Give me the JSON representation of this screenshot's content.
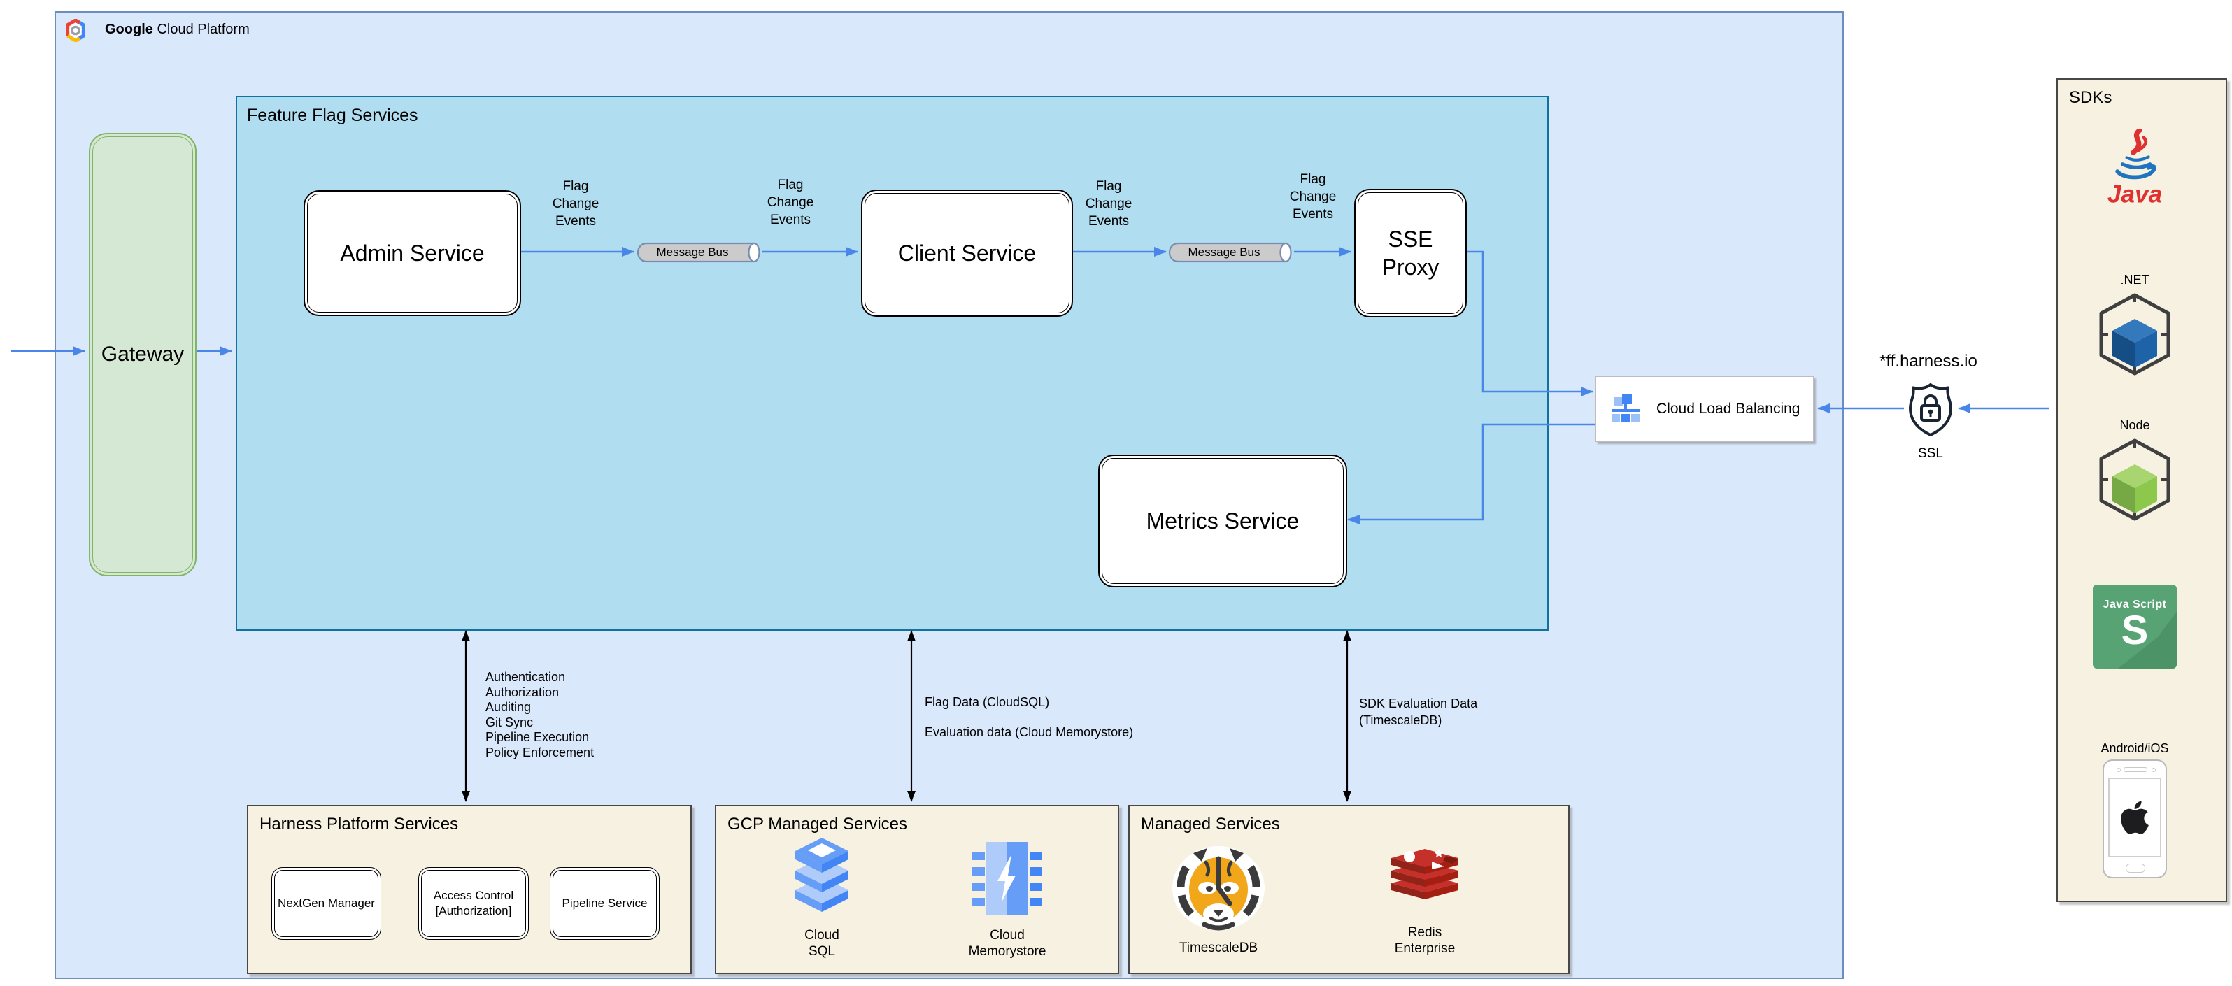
{
  "header": {
    "brand_bold": "Google",
    "brand_rest": " Cloud Platform"
  },
  "gateway": {
    "label": "Gateway"
  },
  "feature_flag_services": {
    "title": "Feature Flag Services",
    "admin_service": "Admin Service",
    "client_service": "Client Service",
    "sse_proxy": "SSE\nProxy",
    "metrics_service": "Metrics Service",
    "message_bus": "Message Bus",
    "flag_change_events": "Flag\nChange\nEvents"
  },
  "load_balancer": {
    "label": "Cloud Load Balancing"
  },
  "ssl": {
    "domain": "*ff.harness.io",
    "label": "SSL"
  },
  "sdks": {
    "title": "SDKs",
    "java_label": "Java",
    "dotnet_label": ".NET",
    "node_label": "Node",
    "javascript_title": "Java Script",
    "javascript_letter": "S",
    "mobile_label": "Android/iOS"
  },
  "connections": {
    "platform_capabilities": "Authentication\nAuthorization\nAuditing\nGit Sync\nPipeline Execution\nPolicy Enforcement",
    "flag_data": "Flag Data (CloudSQL)",
    "evaluation_data": "Evaluation data (Cloud Memorystore)",
    "sdk_evaluation_data": "SDK Evaluation Data\n(TimescaleDB)"
  },
  "harness_platform": {
    "title": "Harness Platform Services",
    "items": [
      "NextGen Manager",
      "Access Control\n[Authorization]",
      "Pipeline Service"
    ]
  },
  "gcp_managed": {
    "title": "GCP Managed Services",
    "cloud_sql": "Cloud\nSQL",
    "memorystore": "Cloud\nMemorystore"
  },
  "managed": {
    "title": "Managed Services",
    "timescaledb": "TimescaleDB",
    "redis": "Redis\nEnterprise"
  },
  "colors": {
    "canvas_fill": "#dae8fc",
    "canvas_border": "#6c8ebf",
    "ffs_fill": "#b1ddf0",
    "ffs_border": "#10739e",
    "gateway_fill": "#d5e8d4",
    "gateway_border": "#82b366",
    "panel_fill": "#f6f1e1",
    "panel_border": "#474747",
    "arrow_blue": "#4a86e8",
    "arrow_black": "#000000",
    "gcp_blue": "#4285f4",
    "gcp_blue_light": "#9cc0f8",
    "java_red": "#e03131",
    "java_blue": "#1f74c0",
    "node_green": "#8cc84b",
    "dotnet_blue": "#1e62a8",
    "js_green": "#57a373",
    "redis_red": "#c6302b",
    "tiger_orange": "#f2a71b"
  }
}
